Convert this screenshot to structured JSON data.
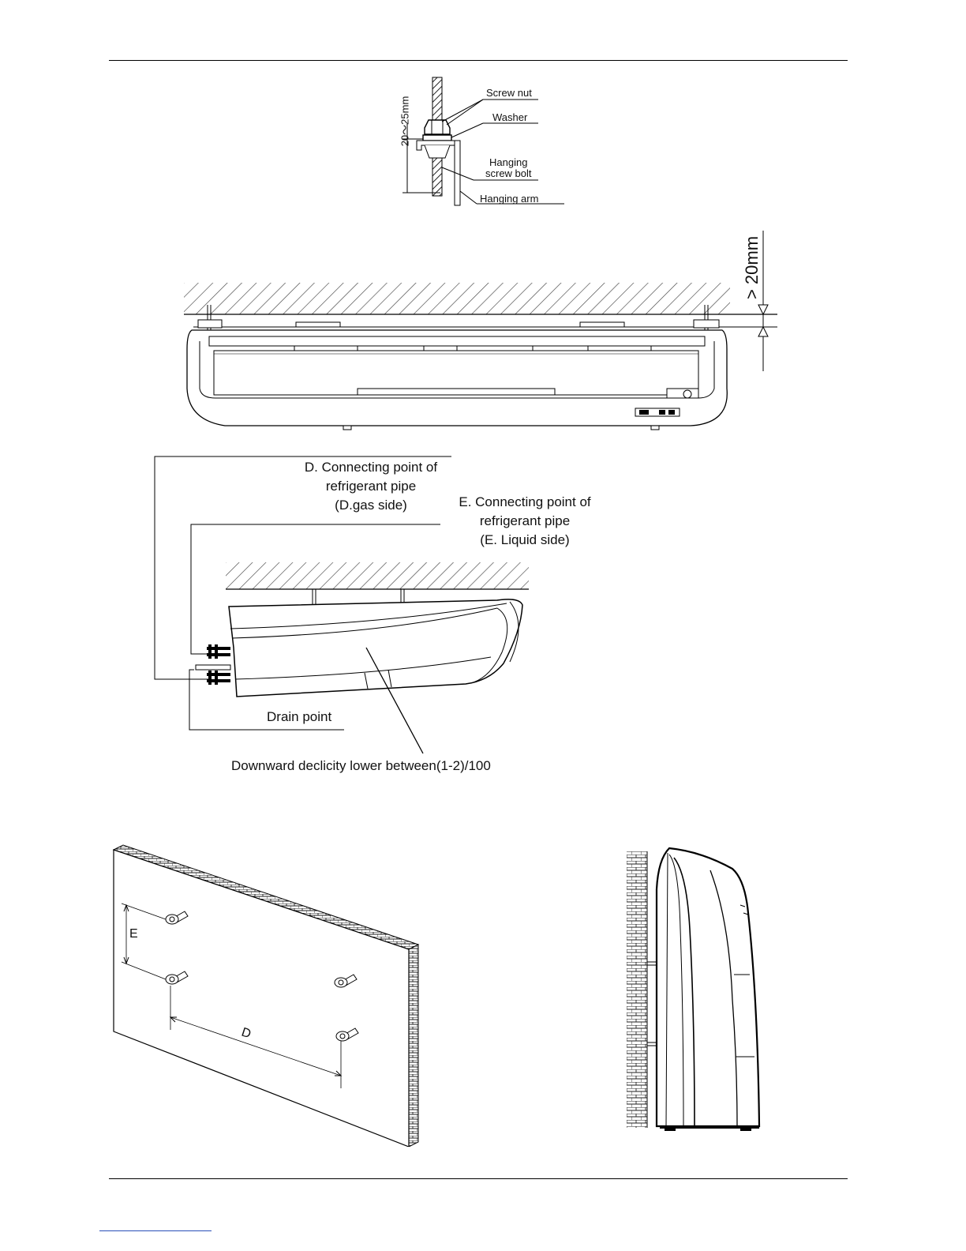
{
  "bolt_detail": {
    "dimension": "20～25mm",
    "labels": {
      "screw_nut": "Screw nut",
      "washer": "Washer",
      "hanging_screw_bolt_line1": "Hanging",
      "hanging_screw_bolt_line2": "screw bolt",
      "hanging_arm": "Hanging arm"
    }
  },
  "ceiling_front": {
    "clearance": "> 20mm"
  },
  "side_view": {
    "d_line1": "D. Connecting point of",
    "d_line2": "refrigerant pipe",
    "d_line3": "(D.gas side)",
    "e_line1": "E. Connecting point of",
    "e_line2": "refrigerant pipe",
    "e_line3": "(E. Liquid side)",
    "drain": "Drain point",
    "slope": "Downward declicity lower between(1-2)/100"
  },
  "wall_mount": {
    "dim_e": "E",
    "dim_d": "D"
  }
}
